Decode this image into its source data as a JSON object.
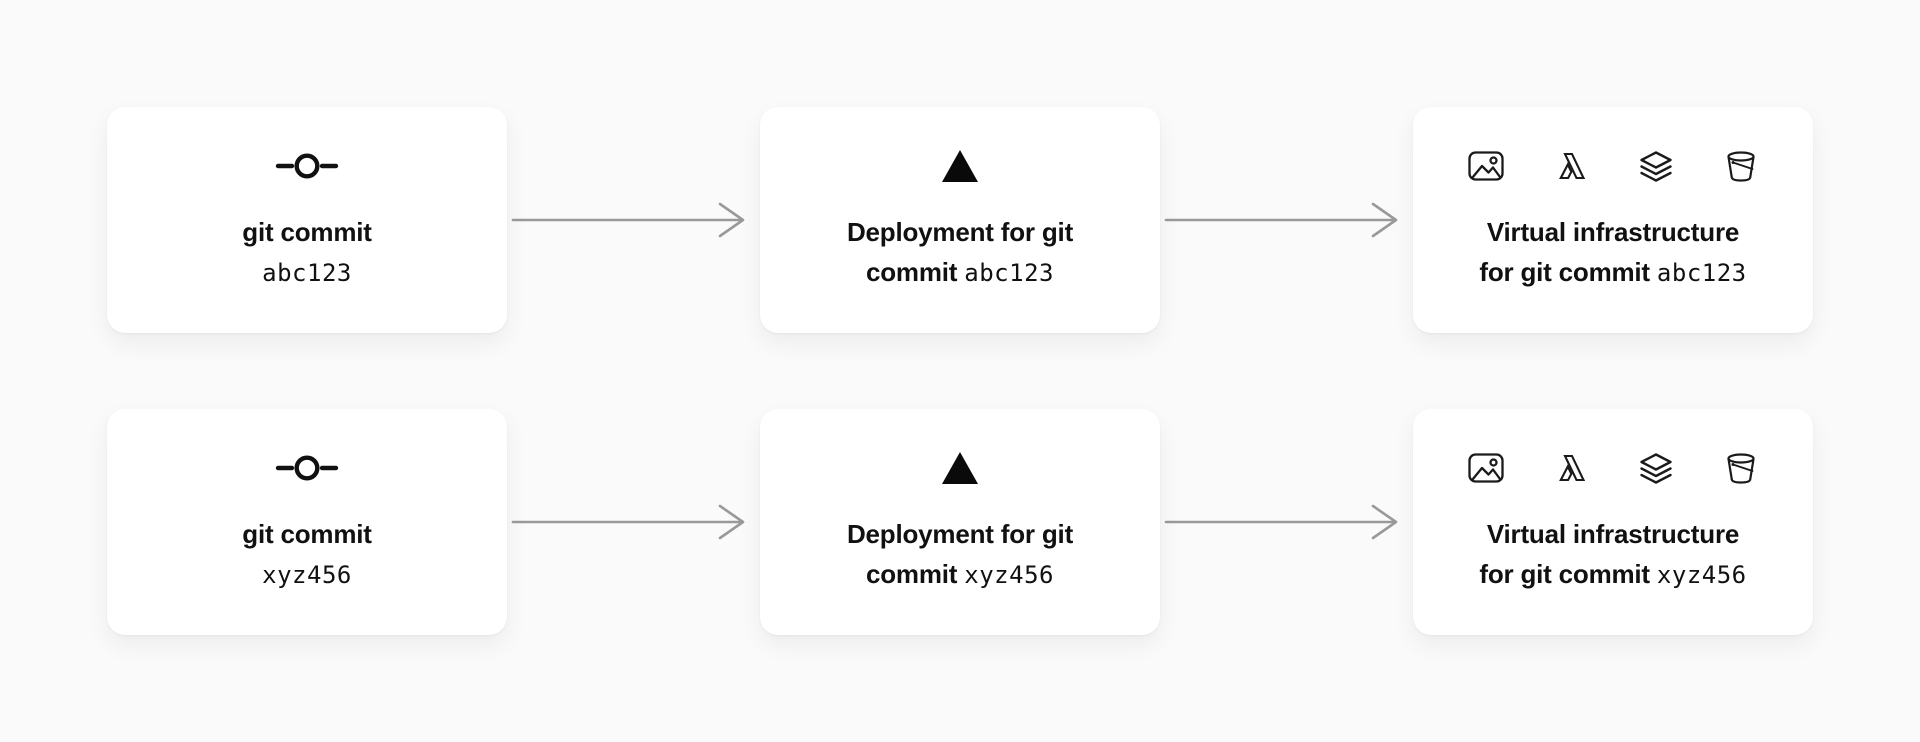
{
  "diagram": {
    "rows": [
      {
        "commit": {
          "title": "git commit",
          "hash": "abc123"
        },
        "deployment": {
          "line1": "Deployment for git",
          "line2": "commit",
          "hash": "abc123"
        },
        "infrastructure": {
          "line1": "Virtual infrastructure",
          "line2": "for git commit",
          "hash": "abc123"
        }
      },
      {
        "commit": {
          "title": "git commit",
          "hash": "xyz456"
        },
        "deployment": {
          "line1": "Deployment for git",
          "line2": "commit",
          "hash": "xyz456"
        },
        "infrastructure": {
          "line1": "Virtual infrastructure",
          "line2": "for git commit",
          "hash": "xyz456"
        }
      }
    ],
    "icons": {
      "commit_card": "git-commit-icon",
      "deployment_card": "vercel-triangle-icon",
      "infrastructure_card": [
        "image-icon",
        "lambda-icon",
        "layers-icon",
        "bucket-icon"
      ]
    },
    "colors": {
      "page_background": "#fafafa",
      "card_background": "#ffffff",
      "text": "#111111",
      "arrow": "#999999"
    }
  }
}
